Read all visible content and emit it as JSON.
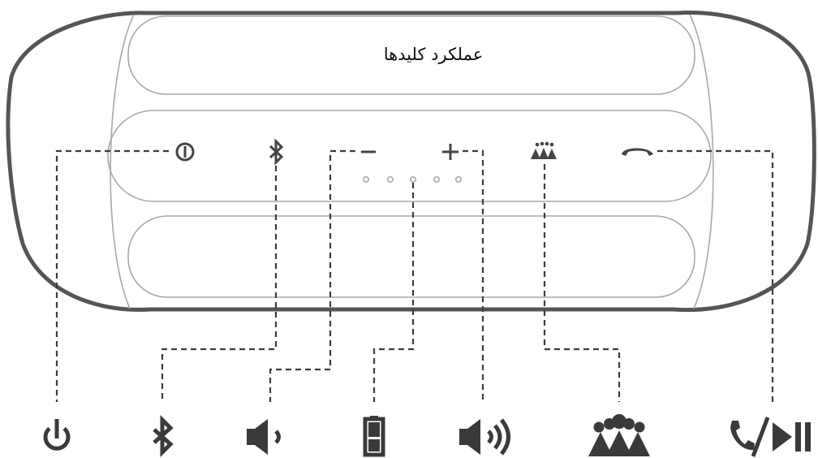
{
  "title": "عملکرد کلیدها",
  "colors": {
    "outline": "#555555",
    "inner_outline": "#a8a8a8",
    "leader_lines": "#3c3c3c",
    "icons": "#3a3a3a"
  },
  "buttons": [
    {
      "id": "power",
      "icon": "power-icon"
    },
    {
      "id": "bluetooth",
      "icon": "bluetooth-icon"
    },
    {
      "id": "volume-down",
      "icon": "minus-icon"
    },
    {
      "id": "volume-up",
      "icon": "plus-icon"
    },
    {
      "id": "connect-plus",
      "icon": "group-icon"
    },
    {
      "id": "call-play",
      "icon": "phone-icon"
    }
  ],
  "battery_indicator_leds": 5,
  "functions": [
    {
      "id": "power",
      "icon": "power-icon"
    },
    {
      "id": "bluetooth",
      "icon": "bluetooth-icon"
    },
    {
      "id": "volume-down",
      "icon": "speaker-low-icon"
    },
    {
      "id": "battery",
      "icon": "battery-icon"
    },
    {
      "id": "volume-up",
      "icon": "speaker-high-icon"
    },
    {
      "id": "connect-plus",
      "icon": "group-icon"
    },
    {
      "id": "call-play",
      "icon": "phone-play-pause-icon"
    }
  ]
}
